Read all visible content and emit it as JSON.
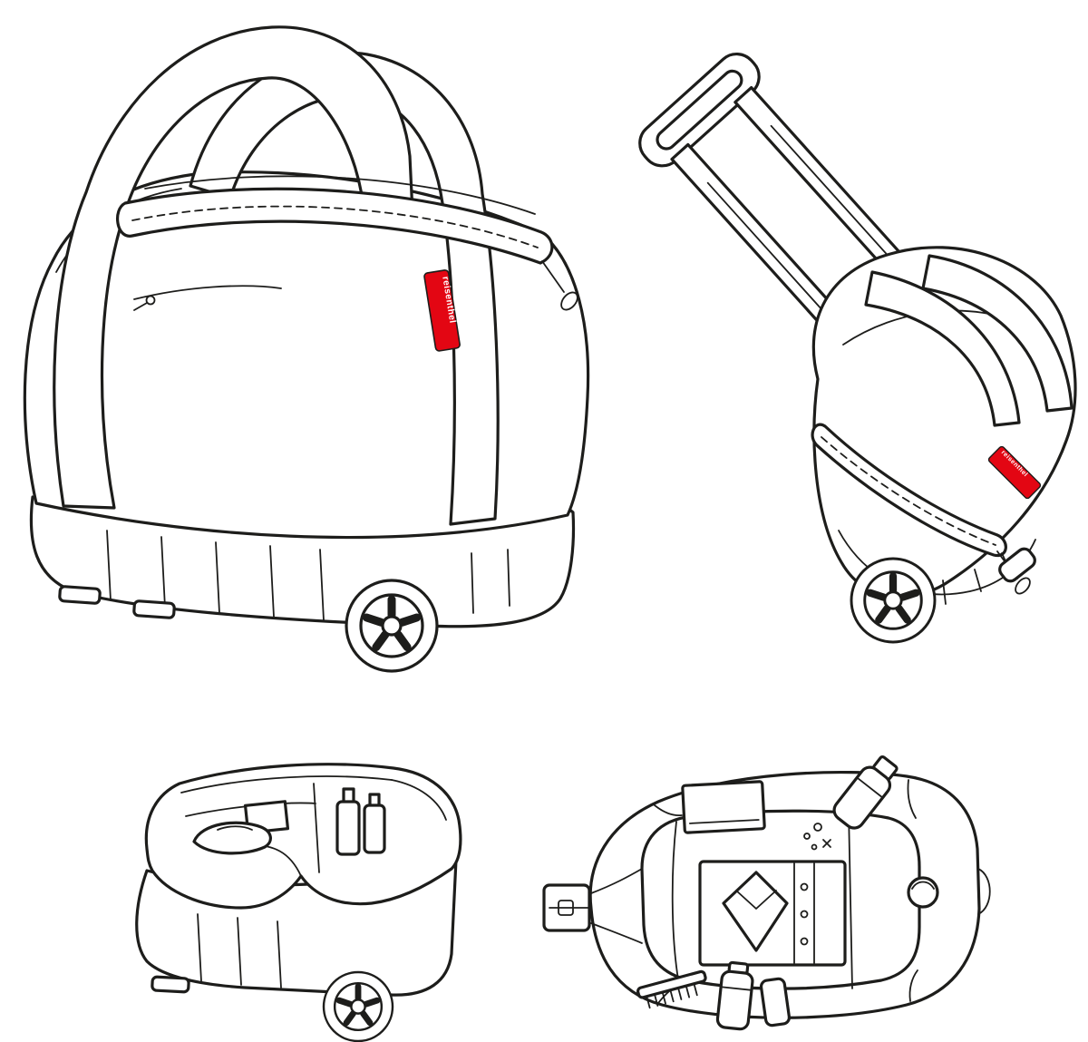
{
  "page": {
    "background_color": "#ffffff"
  },
  "illustration": {
    "brand_label": "reisenthel",
    "tag_color": "#e30613",
    "line_color": "#1d1d1b",
    "views": {
      "front": "trolley-bag-front-three-quarter-view",
      "tilted": "trolley-bag-tilted-with-telescopic-handle",
      "open_interior": "open-bag-interior-compartments-view",
      "top_open": "open-bag-top-down-view-with-contents"
    }
  }
}
